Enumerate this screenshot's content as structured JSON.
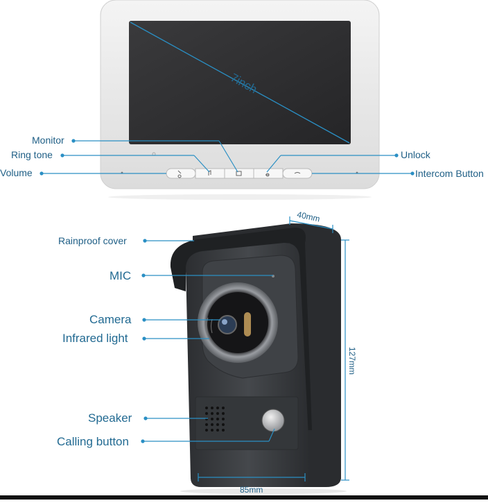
{
  "monitor": {
    "screen_size": "7inch",
    "labels": {
      "monitor": "Monitor",
      "ring_tone": "Ring tone",
      "volume": "Volume",
      "unlock": "Unlock",
      "intercom": "Intercom Button"
    },
    "icons": [
      "monitor-icon",
      "music-note-icon",
      "camera-icon",
      "key-icon",
      "handset-icon"
    ]
  },
  "door_station": {
    "labels": {
      "rainproof_cover": "Rainproof cover",
      "mic": "MIC",
      "camera": "Camera",
      "infrared": "Infrared light",
      "speaker": "Speaker",
      "calling_button": "Calling button"
    },
    "dimensions": {
      "depth": "40mm",
      "height": "127mm",
      "width": "85mm"
    }
  },
  "colors": {
    "label_blue": "#1f5f86",
    "line_blue": "#2a8fc4",
    "monitor_frame": "#e9e9e9",
    "screen": "#2f2f31",
    "panel": "#3a3d40"
  }
}
